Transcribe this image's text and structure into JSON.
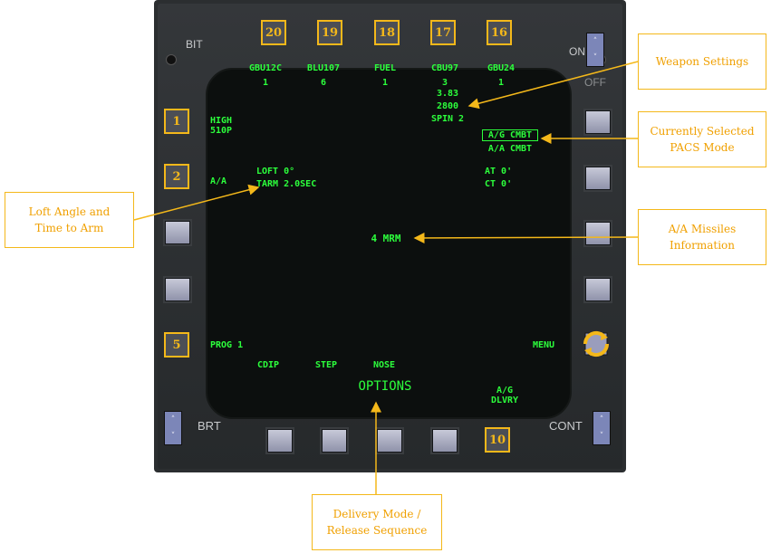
{
  "bezel": {
    "bit": "BIT",
    "on": "ON",
    "off": "OFF",
    "brt": "BRT",
    "cont": "CONT"
  },
  "top_buttons": [
    "20",
    "19",
    "18",
    "17",
    "16"
  ],
  "left_buttons": [
    "1",
    "2",
    "5"
  ],
  "bottom_button": "10",
  "stations": [
    {
      "name": "GBU12C",
      "qty": "1"
    },
    {
      "name": "BLU107",
      "qty": "6"
    },
    {
      "name": "FUEL",
      "qty": "1"
    },
    {
      "name": "CBU97",
      "qty": "3"
    },
    {
      "name": "GBU24",
      "qty": "1"
    }
  ],
  "weapon_settings": {
    "line1": "3.83",
    "line2": "2800",
    "line3": "SPIN 2"
  },
  "left_labels": {
    "high": "HIGH",
    "high_sub": "510P",
    "aa": "A/A",
    "prog": "PROG 1"
  },
  "loft": {
    "angle": "LOFT 0°",
    "tarm": "TARM 2.0SEC"
  },
  "pacs": {
    "selected": "A/G CMBT",
    "other": "A/A CMBT"
  },
  "at_ct": {
    "at": "AT 0'",
    "ct": "CT 0'"
  },
  "missiles": "4 MRM",
  "menu": "MENU",
  "bottom_options": {
    "cdip": "CDIP",
    "step": "STEP",
    "nose": "NOSE",
    "options": "OPTIONS",
    "ag": "A/G",
    "dlvry": "DLVRY"
  },
  "callouts": {
    "weapon_settings": "Weapon Settings",
    "pacs_line1": "Currently Selected",
    "pacs_line2": "PACS Mode",
    "loft_line1": "Loft Angle and",
    "loft_line2": "Time to Arm",
    "aa_line1": "A/A Missiles",
    "aa_line2": "Information",
    "delivery_line1": "Delivery Mode /",
    "delivery_line2": "Release Sequence"
  },
  "colors": {
    "mfd_green": "#2cff3c",
    "callout_orange": "#f4b81a",
    "bezel": "#2b2e30"
  }
}
